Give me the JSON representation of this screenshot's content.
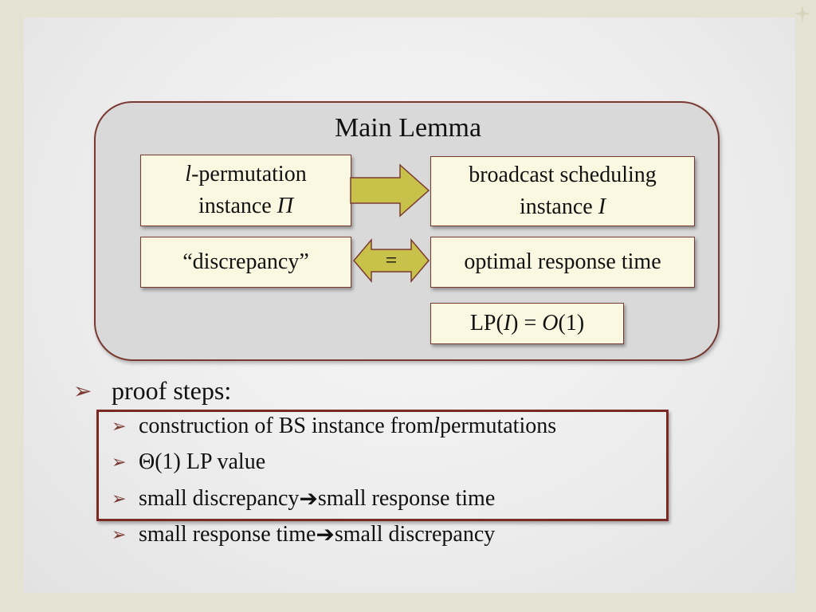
{
  "lemma": {
    "title": "Main Lemma",
    "perm_box": {
      "italic": "l",
      "rest": "-permutation",
      "line2": "instance ",
      "line2_italic": "Π"
    },
    "bs_box": {
      "line1": "broadcast scheduling",
      "line2": "instance ",
      "line2_italic": "I"
    },
    "disc_box": "“discrepancy”",
    "opt_box": "optimal response time",
    "lp_box": {
      "a": "LP(",
      "b": "I",
      "c": ") = ",
      "d": "O",
      "e": "(1)"
    },
    "equals_label": "="
  },
  "bullets": {
    "main": "proof steps:",
    "items": [
      {
        "a": "construction of BS instance from ",
        "italic": "l",
        "b": " permutations"
      },
      {
        "a": "Θ(1) LP value"
      },
      {
        "a": "small discrepancy ",
        "arrow": "➔",
        "b": " small response time"
      },
      {
        "a": "small response time ",
        "arrow": "➔",
        "b": " small discrepancy"
      }
    ],
    "marker": "➢"
  },
  "colors": {
    "accent_border": "#7a3a32",
    "box_fill": "#fbf8e1",
    "arrow_fill": "#c8c24a",
    "panel_fill": "#d9d9d9"
  }
}
